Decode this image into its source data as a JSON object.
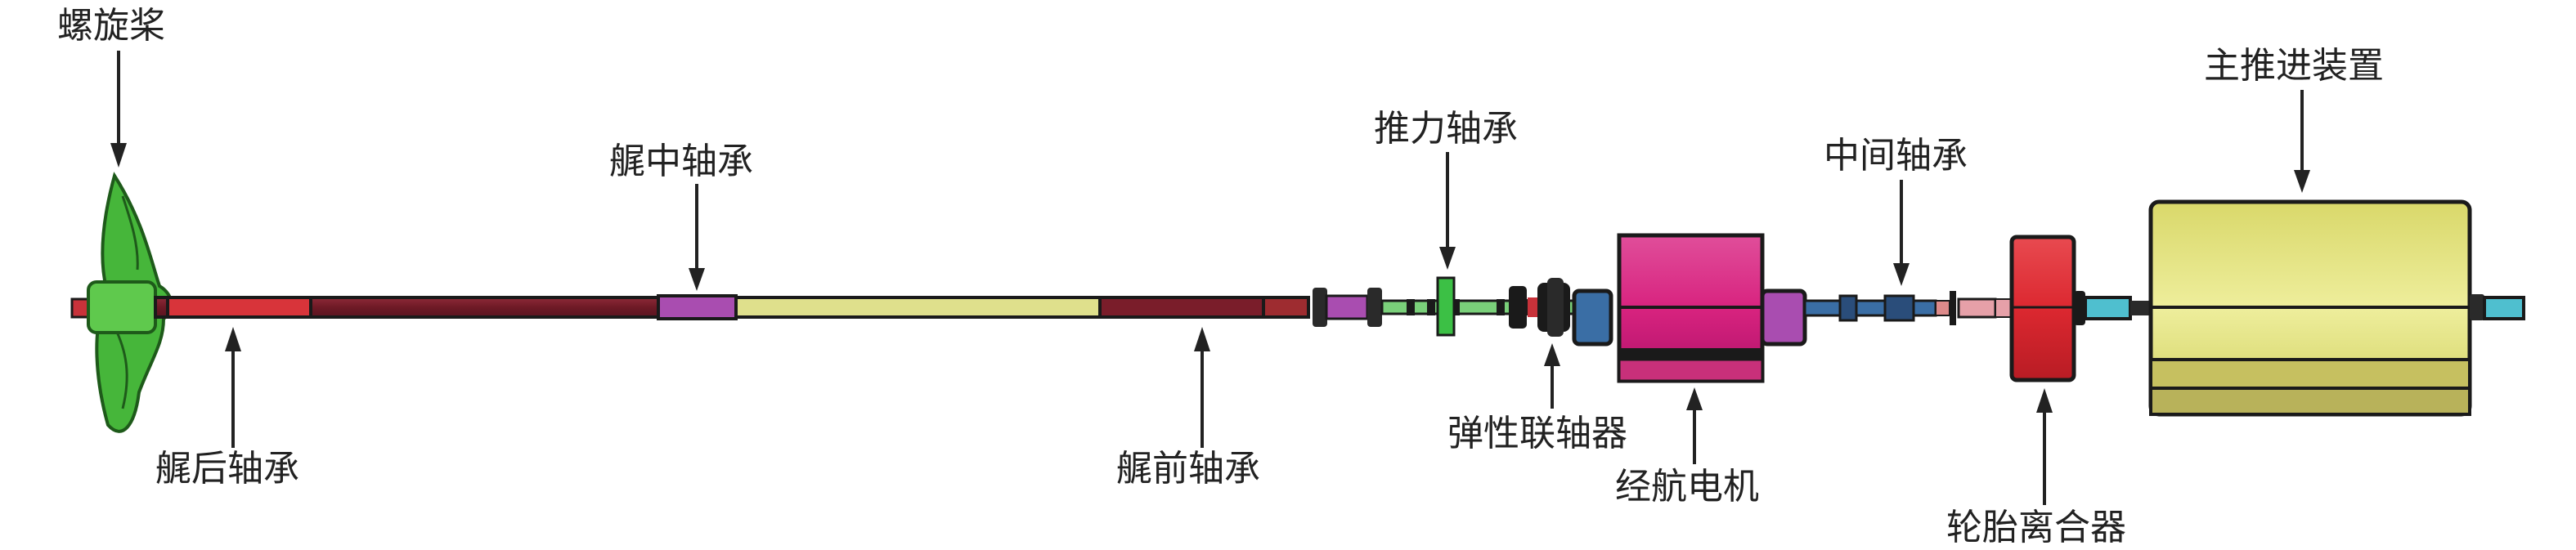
{
  "labels": {
    "propeller": "螺旋桨",
    "stern_bearing": "艉后轴承",
    "mid_bearing": "艉中轴承",
    "front_bearing": "艉前轴承",
    "thrust_bearing": "推力轴承",
    "elastic_coupling": "弹性联轴器",
    "cruise_motor": "经航电机",
    "intermediate_bearing": "中间轴承",
    "tire_clutch": "轮胎离合器",
    "main_propulsion": "主推进装置"
  },
  "colors": {
    "propeller": "#3cb532",
    "shaft_red": "#7a1d2a",
    "stern_bearing": "#d8343a",
    "mid_bearing": "#a94db0",
    "shaft_yellow": "#dfe08c",
    "thrust_green": "#3cc045",
    "coupling_blue": "#3a6ea5",
    "motor_magenta": "#d8358a",
    "clutch_red": "#dd2a32",
    "main_yellow": "#e3e37a",
    "teal": "#4fbfcf"
  }
}
